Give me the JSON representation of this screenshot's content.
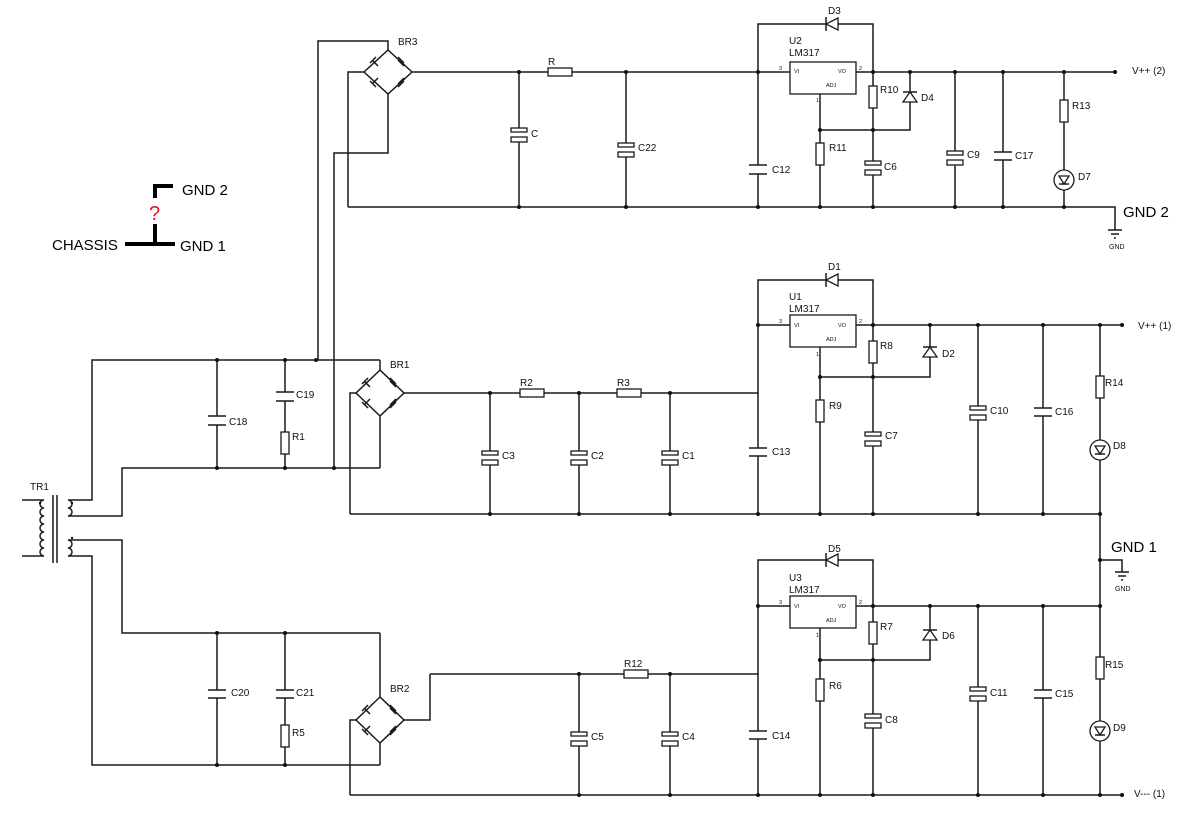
{
  "legend": {
    "gnd2": "GND 2",
    "gnd1": "GND 1",
    "chassis": "CHASSIS",
    "question": "?"
  },
  "nets": {
    "vpp2": "V++ (2)",
    "vpp1": "V++ (1)",
    "vmm1": "V--- (1)",
    "gnd2": "GND 2",
    "gnd1": "GND 1",
    "gnd_symbol": "GND"
  },
  "regulators": [
    {
      "ref": "U2",
      "part": "LM317"
    },
    {
      "ref": "U1",
      "part": "LM317"
    },
    {
      "ref": "U3",
      "part": "LM317"
    }
  ],
  "pins": {
    "vi": "VI",
    "vo": "VO",
    "adj": "ADJ",
    "p1": "1",
    "p2": "2",
    "p3": "3"
  },
  "parts": {
    "TR1": "TR1",
    "BR1": "BR1",
    "BR2": "BR2",
    "BR3": "BR3",
    "R": "R",
    "R1": "R1",
    "R2": "R2",
    "R3": "R3",
    "R5": "R5",
    "R6": "R6",
    "R7": "R7",
    "R8": "R8",
    "R9": "R9",
    "R10": "R10",
    "R11": "R11",
    "R12": "R12",
    "R13": "R13",
    "R14": "R14",
    "R15": "R15",
    "C": "C",
    "C1": "C1",
    "C2": "C2",
    "C3": "C3",
    "C4": "C4",
    "C5": "C5",
    "C6": "C6",
    "C7": "C7",
    "C8": "C8",
    "C9": "C9",
    "C10": "C10",
    "C11": "C11",
    "C12": "C12",
    "C13": "C13",
    "C14": "C14",
    "C15": "C15",
    "C16": "C16",
    "C17": "C17",
    "C18": "C18",
    "C19": "C19",
    "C20": "C20",
    "C21": "C21",
    "C22": "C22",
    "D1": "D1",
    "D2": "D2",
    "D3": "D3",
    "D4": "D4",
    "D5": "D5",
    "D6": "D6",
    "D7": "D7",
    "D8": "D8",
    "D9": "D9"
  }
}
